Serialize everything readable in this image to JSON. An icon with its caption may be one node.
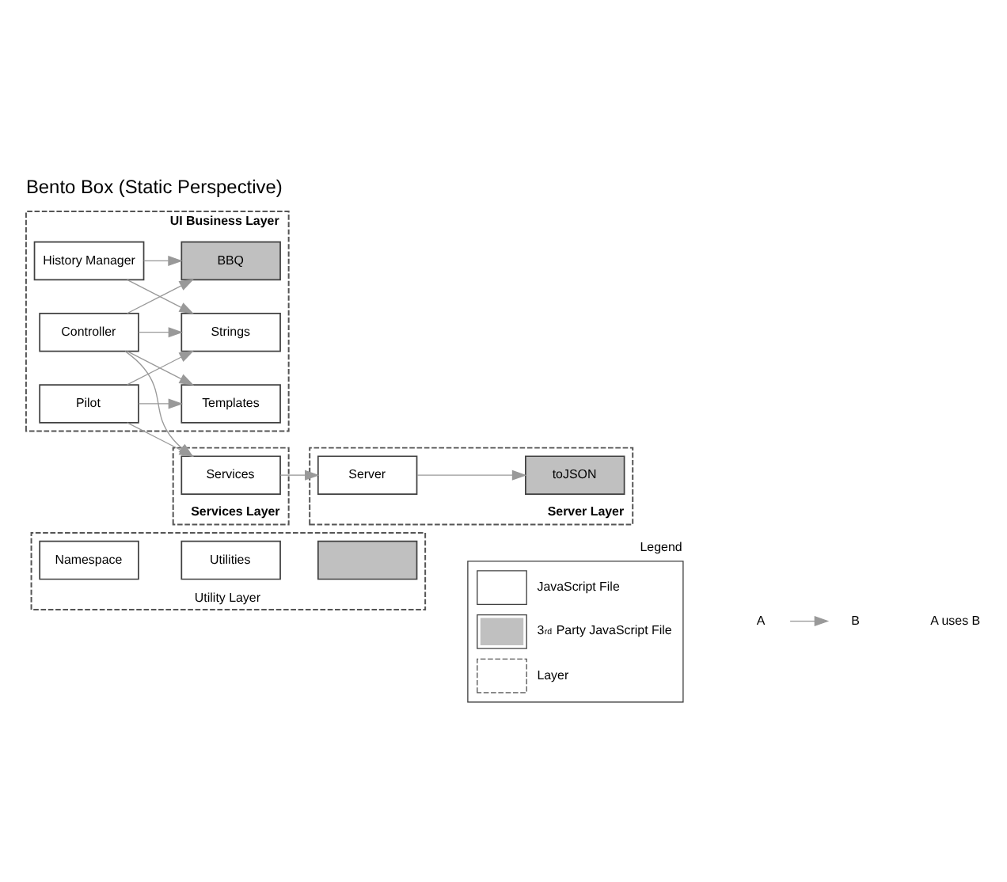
{
  "diagram": {
    "title": "Bento Box (Static Perspective)",
    "nodes": [
      {
        "text": [
          "Utility Layer"
        ]
      },
      {
        "text": [
          "Namespace"
        ],
        "in": 0
      },
      {
        "text": [
          "Utilities"
        ],
        "in": 0
      },
      {
        "text": [],
        "shape": "box",
        "in": 0
      },
      {
        "text": [
          "UI Business Layer"
        ]
      },
      {
        "text": [
          "History Manager"
        ],
        "in": 4
      },
      {
        "text": [
          "BBQ"
        ],
        "in": 4
      },
      {
        "text": [
          "Strings"
        ],
        "in": 4
      },
      {
        "text": [
          "Pilot"
        ],
        "in": 4
      },
      {
        "text": [
          "Templates"
        ],
        "in": 4
      },
      {
        "text": [
          "Controller"
        ],
        "in": 4
      },
      {
        "text": [
          "Services Layer"
        ]
      },
      {
        "text": [
          "Services"
        ],
        "in": 11
      },
      {
        "text": [
          "Server Layer"
        ]
      },
      {
        "text": [
          "toJSON"
        ],
        "in": 13
      },
      {
        "text": [
          "Server"
        ],
        "in": 13
      }
    ],
    "edges": [
      {
        "from": 5,
        "to": 6,
        "arrow": "to"
      },
      {
        "from": 5,
        "to": 7,
        "arrow": "to"
      },
      {
        "from": 8,
        "to": 7,
        "arrow": "to"
      },
      {
        "from": 8,
        "to": 9,
        "arrow": "to"
      },
      {
        "from": 10,
        "to": 7,
        "arrow": "to"
      },
      {
        "from": 10,
        "to": 9,
        "arrow": "to"
      },
      {
        "from": 10,
        "to": 6,
        "arrow": "to"
      },
      {
        "from": 8,
        "to": 12,
        "arrow": "to"
      },
      {
        "from": 10,
        "to": 12,
        "arrow": "to"
      },
      {
        "from": 12,
        "to": 15,
        "arrow": "to"
      },
      {
        "from": 15,
        "to": 14,
        "arrow": "to"
      }
    ],
    "labels": [
      "Legend",
      "A",
      "B"
    ],
    "legend": [
      {
        "text": "JavaScript File",
        "color": "#ffffff"
      },
      {
        "text": "3$^{rd}$ Party JavaScript File",
        "color": "#c0c0c0"
      },
      {
        "text": "Layer"
      },
      {
        "text": "A uses B"
      }
    ]
  }
}
